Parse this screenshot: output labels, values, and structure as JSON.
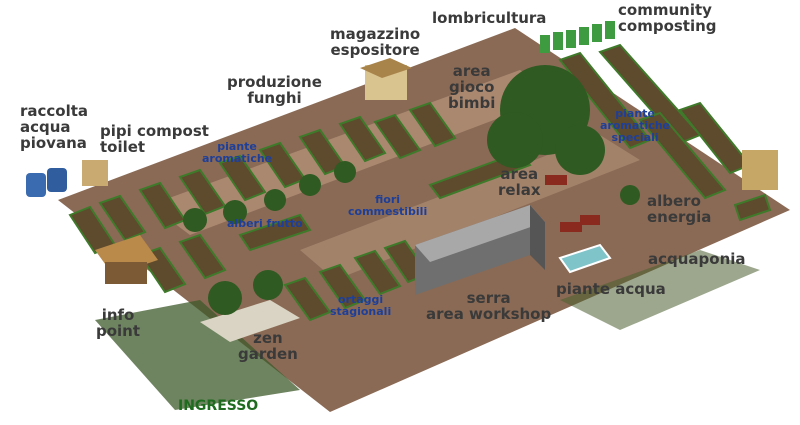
{
  "colors": {
    "ground": "#8a6a55",
    "path": "#b8957c",
    "grass": "#3d5a2a",
    "bed": "#5e4a2c",
    "plant": "#3f7a2b",
    "greenhouse": "#8f8f8f",
    "label_dark": "#3a3a3a",
    "label_blue": "#1d3f9a",
    "label_green": "#1f6b1f"
  },
  "labels": {
    "raccolta": [
      "raccolta",
      "acqua",
      "piovana"
    ],
    "pipi": [
      "pipi compost",
      "toilet"
    ],
    "produzione": [
      "produzione",
      "funghi"
    ],
    "magazzino": [
      "magazzino",
      "espositore"
    ],
    "lombricultura": "lombricultura",
    "community": [
      "community",
      "composting"
    ],
    "area_gioco": [
      "area",
      "gioco",
      "bimbi"
    ],
    "area_relax": [
      "area",
      "relax"
    ],
    "albero_energia": [
      "albero",
      "energia"
    ],
    "acquaponia": "acquaponia",
    "piante_acqua": "piante acqua",
    "serra": [
      "serra",
      "area workshop"
    ],
    "info": [
      "info",
      "point"
    ],
    "zen": [
      "zen",
      "garden"
    ],
    "ingresso": "INGRESSO",
    "piante_aromatiche": [
      "piante",
      "aromatiche"
    ],
    "piante_aromatiche_speciali": [
      "piante",
      "aromatiche",
      "speciali"
    ],
    "alberi_frutto": "alberi frutto",
    "fiori": [
      "fiori",
      "commestibili"
    ],
    "ortaggi": [
      "ortaggi",
      "stagionali"
    ]
  }
}
